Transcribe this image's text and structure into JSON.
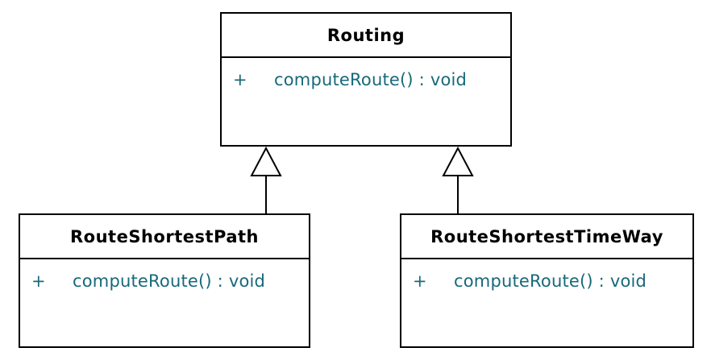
{
  "diagram": {
    "type": "uml-class-diagram",
    "background_color": "#ffffff",
    "box_fill_color": "#ffffff",
    "border_color": "#000000",
    "class_name_color": "#000000",
    "member_text_color": "#17697a",
    "classes": [
      {
        "name": "Routing",
        "attributes": [],
        "methods": [
          {
            "visibility": "+",
            "signature": "computeRoute() : void"
          }
        ]
      },
      {
        "name": "RouteShortestPath",
        "attributes": [],
        "methods": [
          {
            "visibility": "+",
            "signature": "computeRoute() : void"
          }
        ]
      },
      {
        "name": "RouteShortestTimeWay",
        "attributes": [],
        "methods": [
          {
            "visibility": "+",
            "signature": "computeRoute() : void"
          }
        ]
      }
    ],
    "relationships": [
      {
        "type": "generalization",
        "from": "RouteShortestPath",
        "to": "Routing",
        "arrow": "hollow-triangle"
      },
      {
        "type": "generalization",
        "from": "RouteShortestTimeWay",
        "to": "Routing",
        "arrow": "hollow-triangle"
      }
    ]
  }
}
